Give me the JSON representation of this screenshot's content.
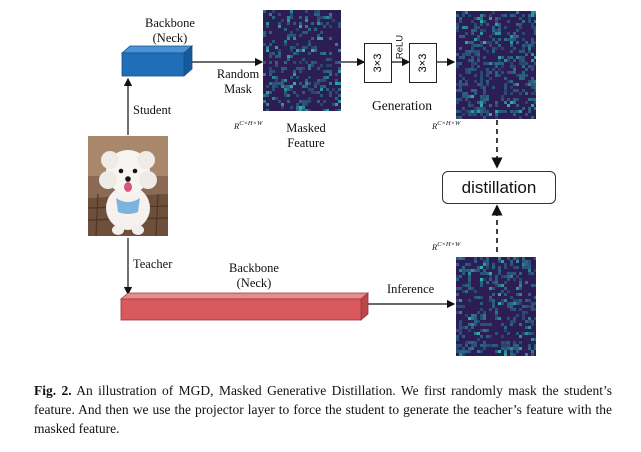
{
  "figure": {
    "labels": {
      "backbone_top_line1": "Backbone",
      "backbone_top_line2": "(Neck)",
      "backbone_bottom_line1": "Backbone",
      "backbone_bottom_line2": "(Neck)",
      "random_mask_line1": "Random",
      "random_mask_line2": "Mask",
      "student": "Student",
      "teacher": "Teacher",
      "masked_feature_line1": "Masked",
      "masked_feature_line2": "Feature",
      "generation": "Generation",
      "inference": "Inference",
      "conv1": "3×3",
      "relu": "ReLU",
      "conv2": "3×3",
      "distillation": "distillation",
      "dim_base": "R",
      "dim_sup": "C×H×W"
    },
    "colors": {
      "student_backbone": "#1f6fb8",
      "teacher_backbone": "#d9595c",
      "feature_dark": "#2d1d55",
      "feature_mid": "#2b6b8a",
      "feature_bright": "#2fb8a8"
    },
    "image_subject": "dog-photo"
  },
  "caption": {
    "label": "Fig. 2.",
    "text": "An illustration of MGD, Masked Generative Distillation. We first randomly mask the student’s feature. And then we use the projector layer to force the student to generate the teacher’s feature with the masked feature."
  }
}
